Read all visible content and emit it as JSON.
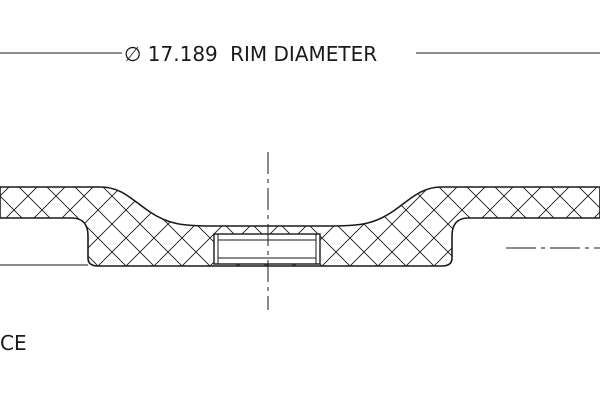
{
  "dimension": {
    "symbol": "∅",
    "value": "17.189",
    "label": "RIM DIAMETER"
  },
  "partial_label": "CE",
  "colors": {
    "line": "#1a1a1a",
    "background": "#ffffff"
  }
}
